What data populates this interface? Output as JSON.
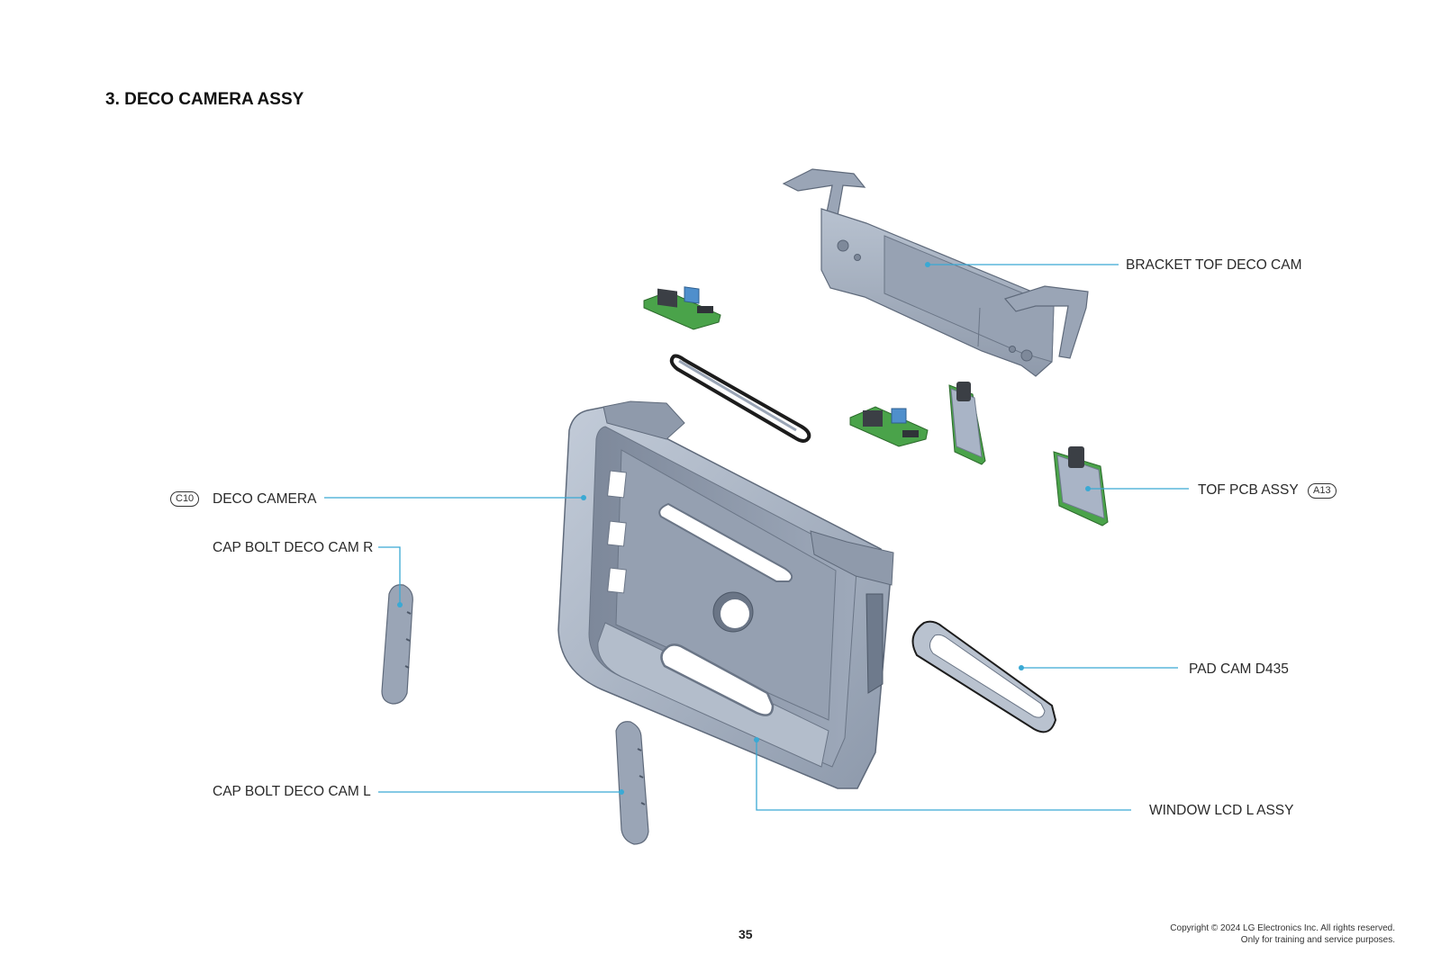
{
  "title": "3. DECO CAMERA ASSY",
  "colors": {
    "leader": "#3aa9d4",
    "part_fill": "#a9b4c6",
    "part_dark": "#6e7a8c",
    "pcb_green": "#4aa34a"
  },
  "labels": {
    "bracket": "BRACKET TOF DECO CAM",
    "tof_pcb": "TOF PCB ASSY",
    "tof_badge": "A13",
    "deco_camera": "DECO CAMERA",
    "deco_badge": "C10",
    "cap_bolt_r": "CAP BOLT DECO CAM R",
    "pad_cam": "PAD CAM D435",
    "cap_bolt_l": "CAP BOLT DECO CAM L",
    "window_lcd": "WINDOW LCD L ASSY"
  },
  "footer": {
    "page": "35",
    "copyright_1": "Copyright © 2024 LG Electronics Inc. All rights reserved.",
    "copyright_2": "Only for training and service purposes."
  }
}
